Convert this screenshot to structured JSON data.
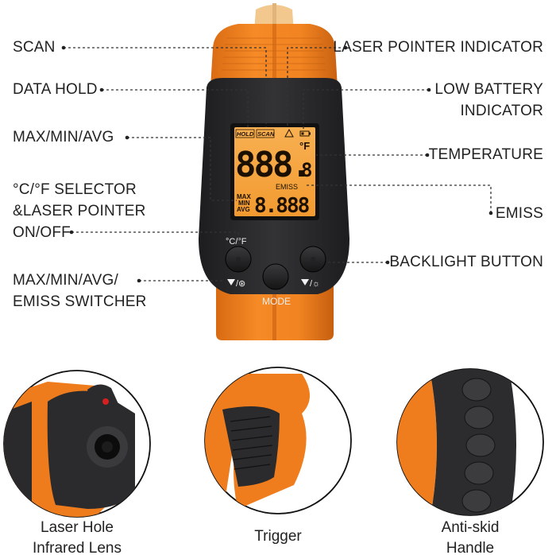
{
  "callouts": {
    "scan": "SCAN",
    "data_hold": "DATA HOLD",
    "max_min_avg": "MAX/MIN/AVG",
    "selector_line1": "°C/°F SELECTOR",
    "selector_line2": "&LASER POINTER",
    "selector_line3": "ON/OFF",
    "switcher_line1": "MAX/MIN/AVG/",
    "switcher_line2": "EMISS SWITCHER",
    "laser_pointer_indicator": "LASER POINTER INDICATOR",
    "low_battery_line1": "LOW BATTERY",
    "low_battery_line2": "INDICATOR",
    "temperature": "TEMPERATURE",
    "emiss": "EMISS",
    "backlight_button": "BACKLIGHT BUTTON"
  },
  "device": {
    "lcd_hold": "HOLD",
    "lcd_scan": "SCAN",
    "lcd_main_digits": "888.",
    "lcd_main_last": "8",
    "lcd_unit": "°F",
    "lcd_emiss": "EMISS",
    "lcd_max": "MAX",
    "lcd_min": "MIN",
    "lcd_avg": "AVG",
    "lcd_sub_digits": "8.888",
    "button_cf_label": "°C/°F",
    "button_mode_label": "MODE"
  },
  "details": [
    {
      "caption_line1": "Laser Hole",
      "caption_line2": "Infrared Lens"
    },
    {
      "caption_line1": "Trigger",
      "caption_line2": ""
    },
    {
      "caption_line1": "Anti-skid",
      "caption_line2": "Handle"
    }
  ],
  "colors": {
    "orange": "#f07f1e",
    "orange_dark": "#c9610f",
    "body_black": "#2a2a2c",
    "lcd_bg": "#f6a73e",
    "callout_line": "#333333"
  }
}
